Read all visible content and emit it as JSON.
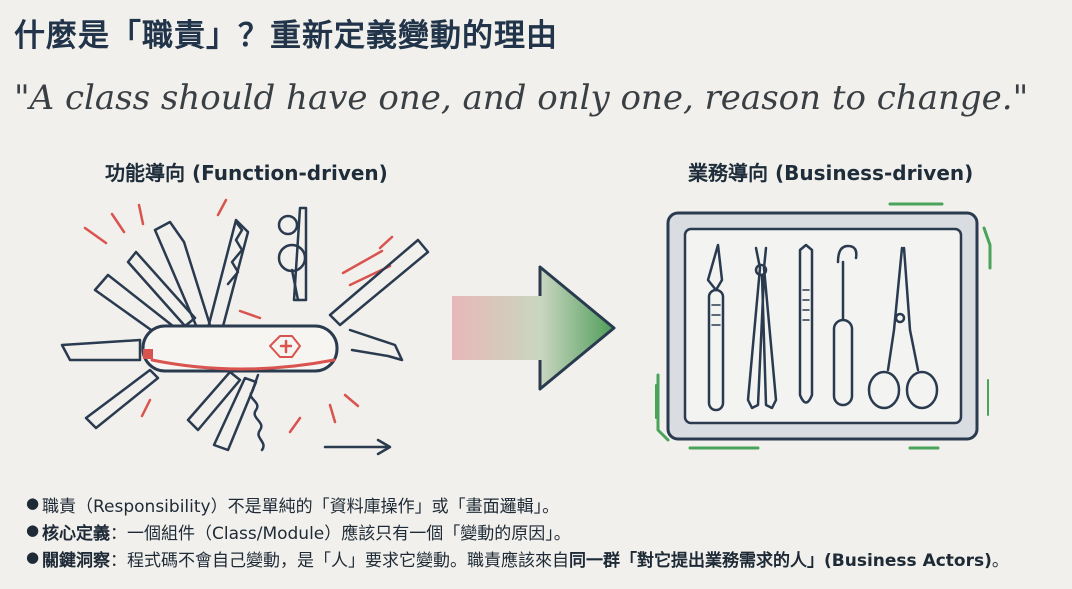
{
  "title": "什麼是「職責」？重新定義變動的理由",
  "quote": "\"A class should have one, and only one, reason to change.\"",
  "left_label": "功能導向 (Function-driven)",
  "right_label": "業務導向 (Business-driven)",
  "bullets": [
    {
      "text": "職責（Responsibility）不是單純的「資料庫操作」或「畫面邏輯」。"
    },
    {
      "lead": "核心定義",
      "sep": "：",
      "text": "一個組件（Class/Module）應該只有一個「變動的原因」。"
    },
    {
      "lead": "關鍵洞察",
      "sep": "：",
      "text": "程式碼不會自己變動，是「人」要求它變動。職責應該來自",
      "emph": "同一群「對它提出業務需求的人」(Business Actors)",
      "end": "。"
    }
  ],
  "icons": [
    "swiss-army-knife-icon",
    "arrow-right-icon",
    "surgical-tray-icon"
  ],
  "colors": {
    "accent_red": "#d9534f",
    "accent_green": "#4aa35a",
    "line": "#2a3a4f"
  }
}
